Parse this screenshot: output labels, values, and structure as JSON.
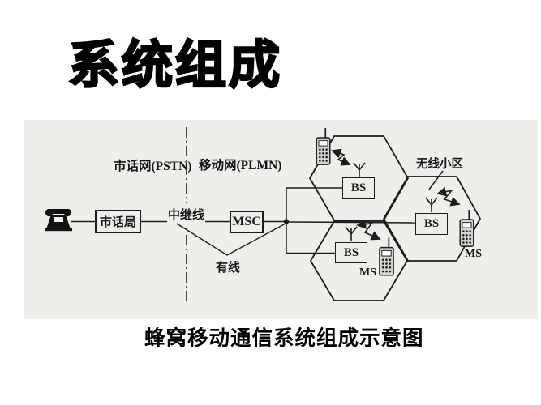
{
  "slide": {
    "title": "系统组成",
    "caption": "蜂窝移动通信系统组成示意图"
  },
  "diagram": {
    "regions": {
      "pstn": "市话网(PSTN)",
      "plmn": "移动网(PLMN)"
    },
    "labels": {
      "trunk_line": "中继线",
      "wired": "有线",
      "radio_cell": "无线小区"
    },
    "nodes": {
      "central_office": "市话局",
      "msc": "MSC",
      "base_station": "BS",
      "mobile_station": "MS"
    },
    "icons": {
      "desk_phone": "desk-telephone-icon",
      "mobile_phone": "mobile-phone-icon",
      "antenna": "antenna-icon",
      "radio_link": "zigzag-radio-link-arrow",
      "junction": "junction-dot"
    },
    "colors": {
      "ink": "#1c1c1c",
      "scan_background": "#f0eeeb",
      "slide_background": "#ffffff"
    }
  }
}
